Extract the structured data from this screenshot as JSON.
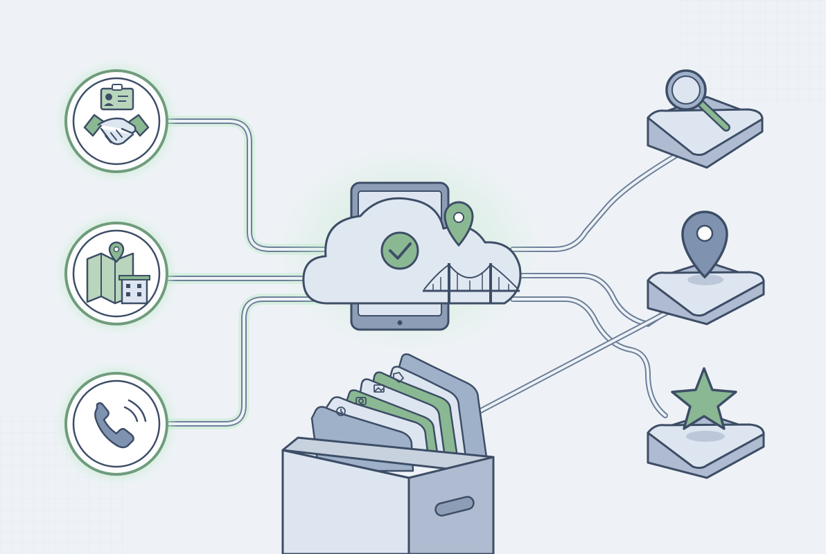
{
  "nodes": [
    {
      "id": "identity-partnership",
      "icon": "handshake-id-badge-icon"
    },
    {
      "id": "location-map",
      "icon": "map-building-pin-icon"
    },
    {
      "id": "phone-contact",
      "icon": "phone-call-icon"
    }
  ],
  "hub": {
    "icon": "cloud-tablet-check-icon",
    "accent": "location-pin-icon",
    "landmark": "suspension-bridge-icon"
  },
  "outputs": [
    {
      "id": "search",
      "icon": "magnifier-icon"
    },
    {
      "id": "location",
      "icon": "location-pin-icon"
    },
    {
      "id": "favorite",
      "icon": "star-icon"
    }
  ],
  "storage": {
    "icon": "file-box-icon",
    "tabs": [
      "clock-icon",
      "camera-icon",
      "image-icon",
      "tag-icon"
    ]
  },
  "colors": {
    "background": "#eef2f6",
    "outline": "#3d4d66",
    "green": "#8ab892",
    "green_light": "#b9d6bd",
    "blue_light": "#dde6f0",
    "glow": "#c9ecd3"
  }
}
